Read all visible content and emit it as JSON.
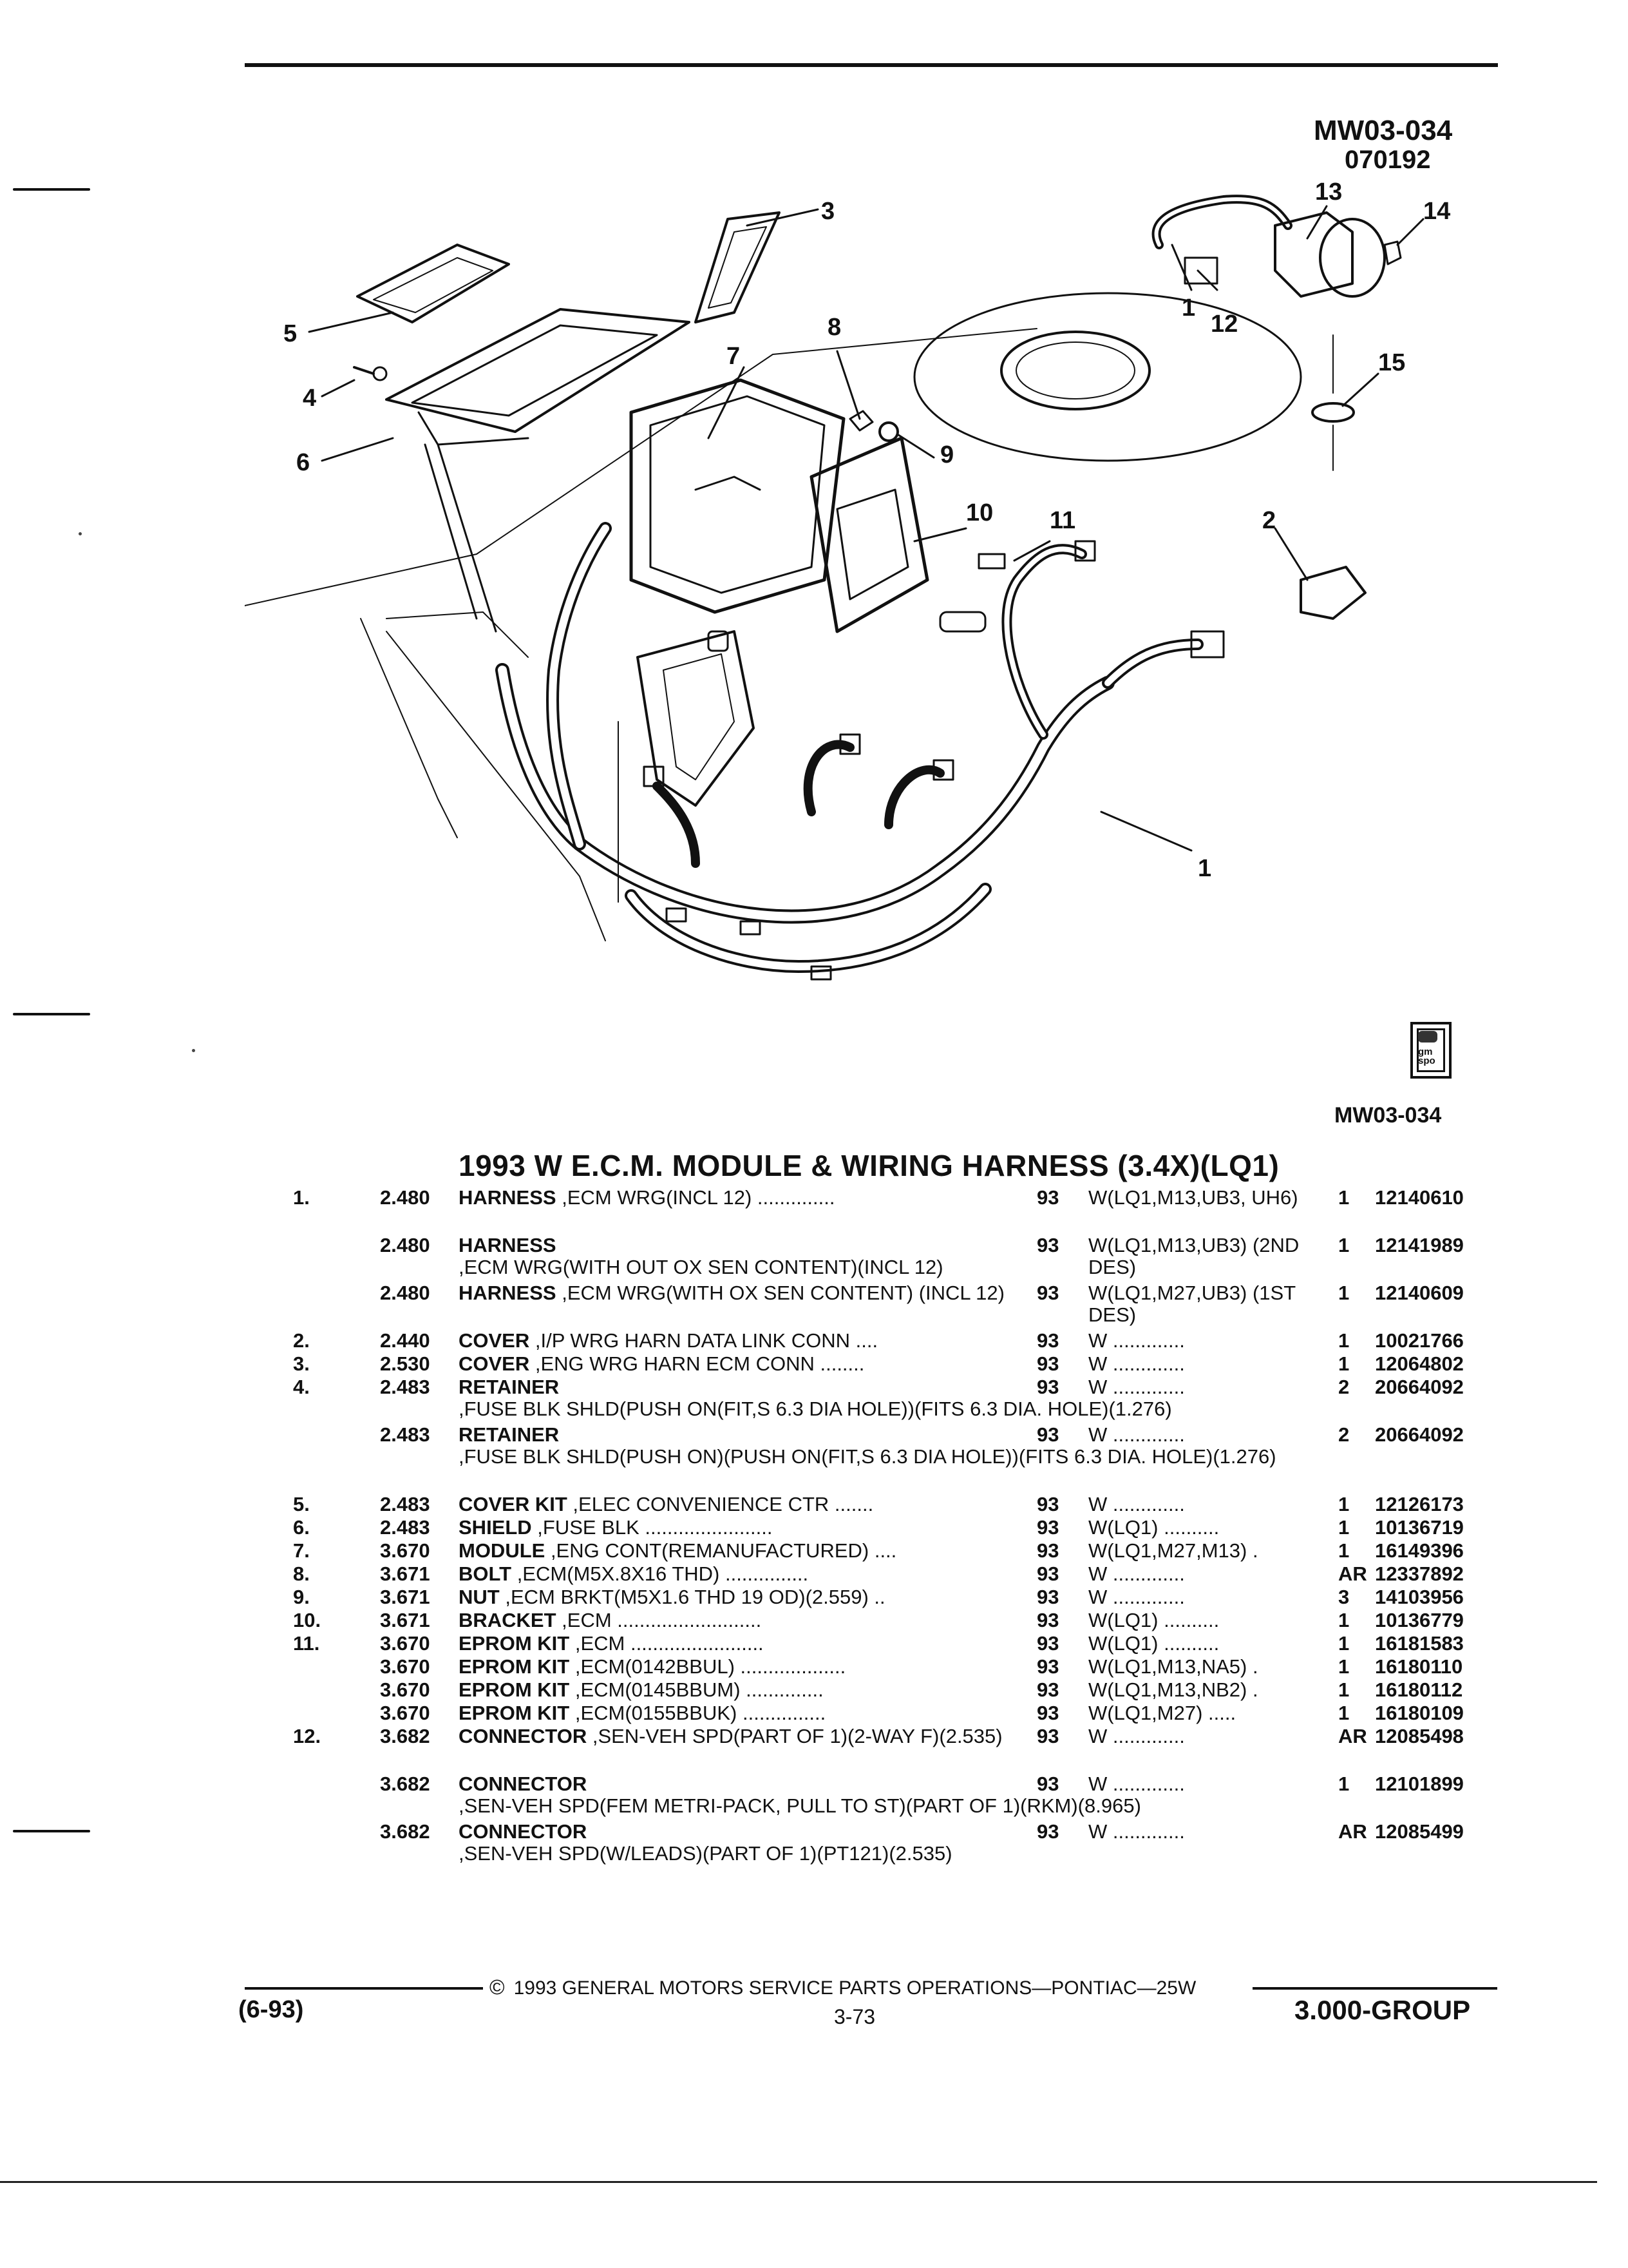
{
  "illustration": {
    "code": "MW03-034",
    "date_code": "070192",
    "bottom_code": "MW03-034",
    "callouts": [
      "1",
      "1",
      "2",
      "3",
      "4",
      "5",
      "6",
      "7",
      "8",
      "9",
      "10",
      "11",
      "12",
      "13",
      "14",
      "15"
    ],
    "logo_text": "gm spo"
  },
  "section": {
    "title": "1993 W E.C.M. MODULE & WIRING HARNESS (3.4X)(LQ1)"
  },
  "parts": [
    {
      "item": "1.",
      "group": "2.480",
      "name": "HARNESS",
      "desc": " ,ECM WRG(INCL 12) ..............",
      "year": "93",
      "model": "W(LQ1,M13,UB3, UH6)",
      "qty": "1",
      "part": "12140610"
    },
    {
      "item": "",
      "group": "2.480",
      "name": "HARNESS",
      "desc": " ,ECM WRG(WITH OUT OX SEN CONTENT)(INCL 12)",
      "year": "93",
      "model": "W(LQ1,M13,UB3) (2ND DES)",
      "qty": "1",
      "part": "12141989"
    },
    {
      "item": "",
      "group": "2.480",
      "name": "HARNESS",
      "desc": " ,ECM WRG(WITH OX SEN CONTENT) (INCL 12)",
      "year": "93",
      "model": "W(LQ1,M27,UB3) (1ST DES)",
      "qty": "1",
      "part": "12140609"
    },
    {
      "item": "2.",
      "group": "2.440",
      "name": "COVER",
      "desc": " ,I/P WRG HARN DATA LINK CONN ....",
      "year": "93",
      "model": "W .............",
      "qty": "1",
      "part": "10021766"
    },
    {
      "item": "3.",
      "group": "2.530",
      "name": "COVER",
      "desc": " ,ENG WRG HARN ECM CONN ........",
      "year": "93",
      "model": "W .............",
      "qty": "1",
      "part": "12064802"
    },
    {
      "item": "4.",
      "group": "2.483",
      "name": "RETAINER",
      "desc": " ,FUSE BLK SHLD(PUSH ON(FIT,S 6.3 DIA HOLE))(FITS 6.3 DIA. HOLE)(1.276)",
      "year": "93",
      "model": "W .............",
      "qty": "2",
      "part": "20664092"
    },
    {
      "item": "",
      "group": "2.483",
      "name": "RETAINER",
      "desc": " ,FUSE BLK SHLD(PUSH ON)(PUSH ON(FIT,S 6.3 DIA HOLE))(FITS 6.3 DIA. HOLE)(1.276)",
      "year": "93",
      "model": "W .............",
      "qty": "2",
      "part": "20664092"
    },
    {
      "item": "5.",
      "group": "2.483",
      "name": "COVER KIT",
      "desc": " ,ELEC CONVENIENCE CTR .......",
      "year": "93",
      "model": "W .............",
      "qty": "1",
      "part": "12126173"
    },
    {
      "item": "6.",
      "group": "2.483",
      "name": "SHIELD",
      "desc": " ,FUSE BLK .......................",
      "year": "93",
      "model": "W(LQ1) ..........",
      "qty": "1",
      "part": "10136719"
    },
    {
      "item": "7.",
      "group": "3.670",
      "name": "MODULE",
      "desc": " ,ENG CONT(REMANUFACTURED) ....",
      "year": "93",
      "model": "W(LQ1,M27,M13) .",
      "qty": "1",
      "part": "16149396"
    },
    {
      "item": "8.",
      "group": "3.671",
      "name": "BOLT",
      "desc": " ,ECM(M5X.8X16 THD) ...............",
      "year": "93",
      "model": "W .............",
      "qty": "AR",
      "part": "12337892"
    },
    {
      "item": "9.",
      "group": "3.671",
      "name": "NUT",
      "desc": " ,ECM BRKT(M5X1.6 THD 19 OD)(2.559) ..",
      "year": "93",
      "model": "W .............",
      "qty": "3",
      "part": "14103956"
    },
    {
      "item": "10.",
      "group": "3.671",
      "name": "BRACKET",
      "desc": " ,ECM ..........................",
      "year": "93",
      "model": "W(LQ1) ..........",
      "qty": "1",
      "part": "10136779"
    },
    {
      "item": "11.",
      "group": "3.670",
      "name": "EPROM KIT",
      "desc": " ,ECM ........................",
      "year": "93",
      "model": "W(LQ1) ..........",
      "qty": "1",
      "part": "16181583"
    },
    {
      "item": "",
      "group": "3.670",
      "name": "EPROM KIT",
      "desc": " ,ECM(0142BBUL) ...................",
      "year": "93",
      "model": "W(LQ1,M13,NA5) .",
      "qty": "1",
      "part": "16180110"
    },
    {
      "item": "",
      "group": "3.670",
      "name": "EPROM KIT",
      "desc": " ,ECM(0145BBUM) ..............",
      "year": "93",
      "model": "W(LQ1,M13,NB2) .",
      "qty": "1",
      "part": "16180112"
    },
    {
      "item": "",
      "group": "3.670",
      "name": "EPROM KIT",
      "desc": " ,ECM(0155BBUK) ...............",
      "year": "93",
      "model": "W(LQ1,M27) .....",
      "qty": "1",
      "part": "16180109"
    },
    {
      "item": "12.",
      "group": "3.682",
      "name": "CONNECTOR",
      "desc": " ,SEN-VEH SPD(PART OF 1)(2-WAY F)(2.535)",
      "year": "93",
      "model": "W .............",
      "qty": "AR",
      "part": "12085498"
    },
    {
      "item": "",
      "group": "3.682",
      "name": "CONNECTOR",
      "desc": " ,SEN-VEH SPD(FEM METRI-PACK, PULL TO ST)(PART OF 1)(RKM)(8.965)",
      "year": "93",
      "model": "W .............",
      "qty": "1",
      "part": "12101899"
    },
    {
      "item": "",
      "group": "3.682",
      "name": "CONNECTOR",
      "desc": " ,SEN-VEH SPD(W/LEADS)(PART OF 1)(PT121)(2.535)",
      "year": "93",
      "model": "W .............",
      "qty": "AR",
      "part": "12085499"
    }
  ],
  "footer": {
    "copyright_symbol": "©",
    "copyright": "1993 GENERAL MOTORS SERVICE PARTS OPERATIONS—PONTIAC—25W",
    "date": "(6-93)",
    "page": "3-73",
    "group": "3.000-GROUP"
  }
}
